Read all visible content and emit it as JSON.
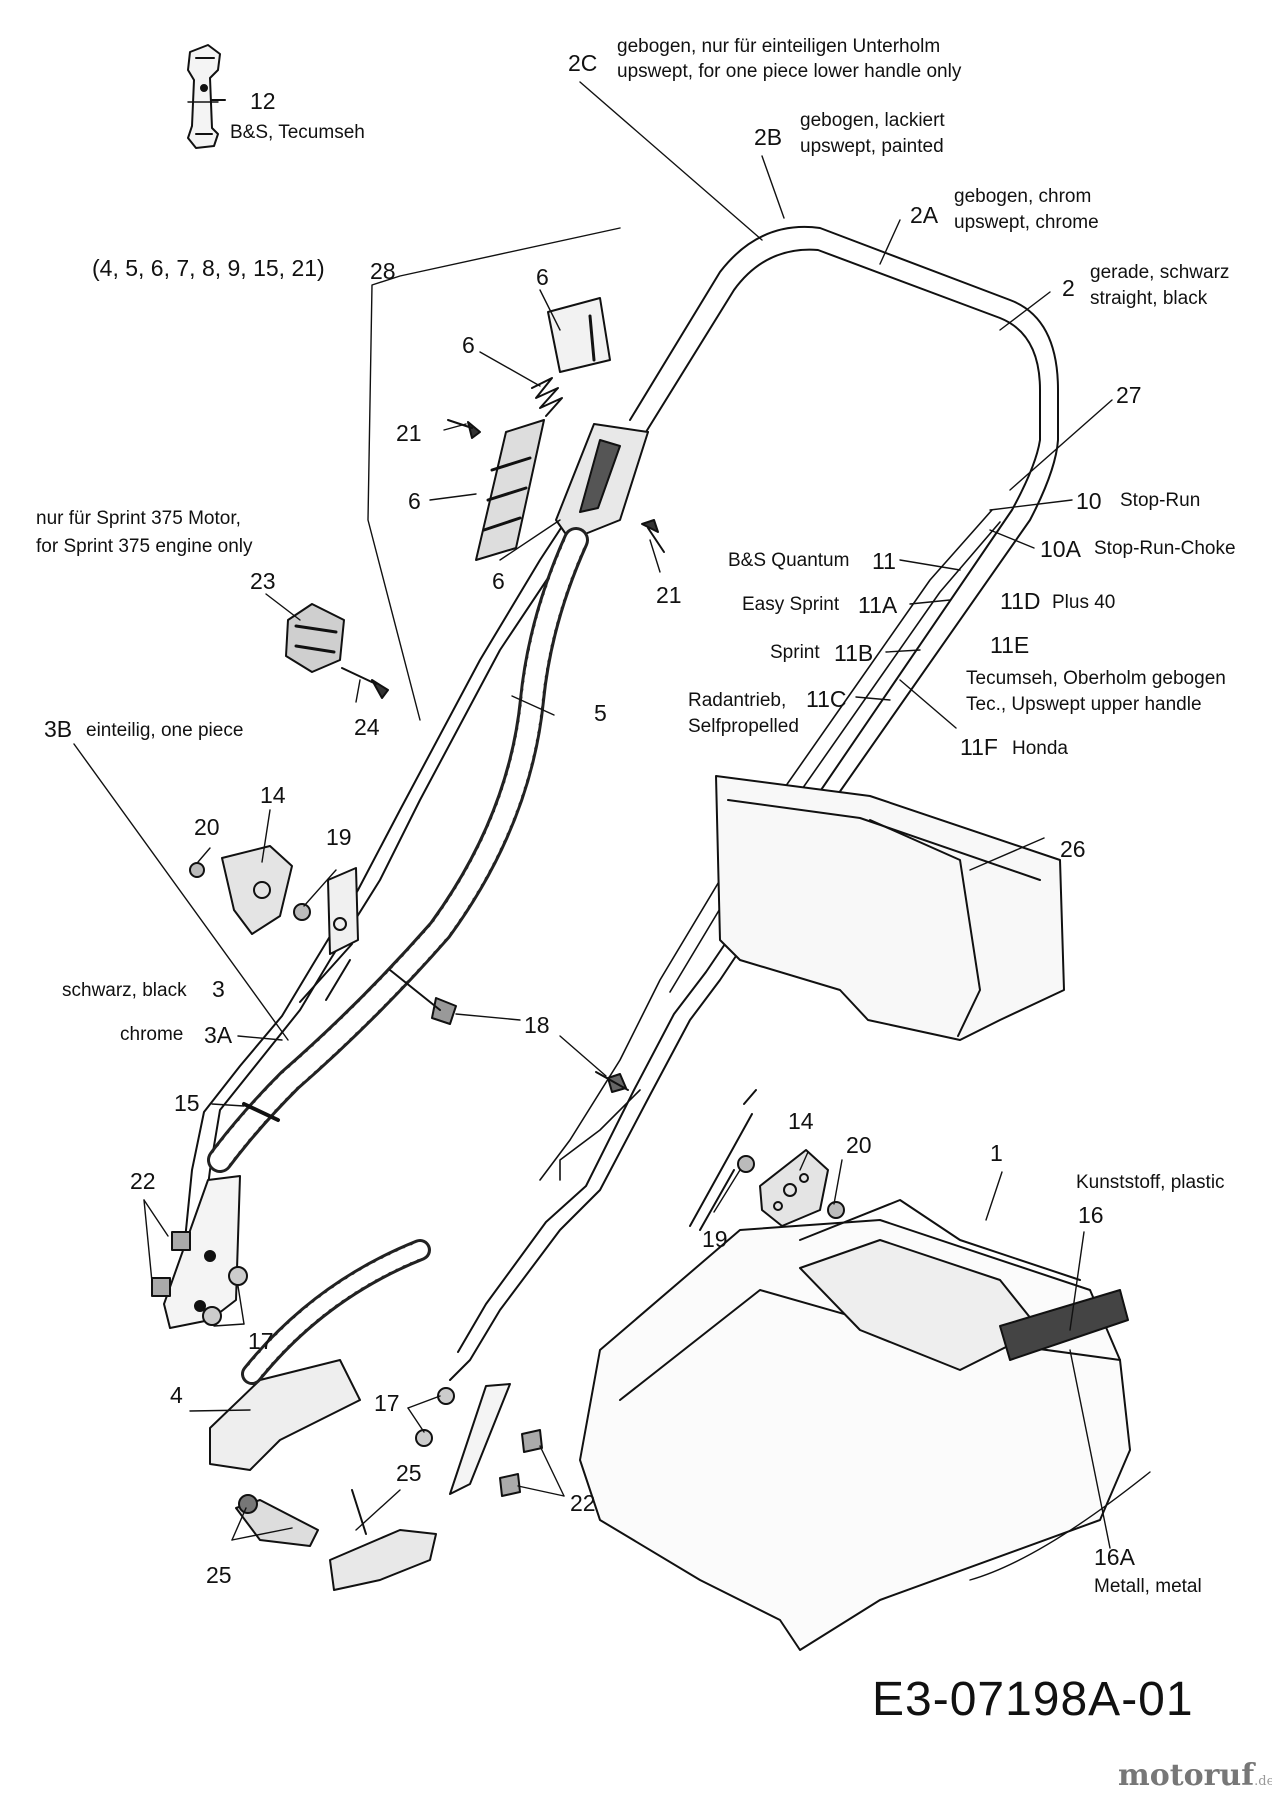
{
  "labels": {
    "l2c": "2C",
    "t2c_a": "gebogen, nur für einteiligen Unterholm",
    "t2c_b": "upswept, for one piece lower handle only",
    "l2b": "2B",
    "t2b_a": "gebogen, lackiert",
    "t2b_b": "upswept, painted",
    "l2a": "2A",
    "t2a_a": "gebogen, chrom",
    "t2a_b": "upswept, chrome",
    "l2": "2",
    "t2_a": "gerade, schwarz",
    "t2_b": "straight, black",
    "l12": "12",
    "t12": "B&S, Tecumseh",
    "l28": "28",
    "t28": "(4, 5, 6, 7, 8, 9, 15, 21)",
    "l6": "6",
    "l21": "21",
    "l27": "27",
    "l10": "10",
    "t10": "Stop-Run",
    "l10a": "10A",
    "t10a": "Stop-Run-Choke",
    "t11": "B&S Quantum",
    "l11": "11",
    "t11a": "Easy Sprint",
    "l11a": "11A",
    "l11d": "11D",
    "t11d": "Plus 40",
    "t11b": "Sprint",
    "l11b": "11B",
    "l11e": "11E",
    "t11e_a": "Tecumseh, Oberholm gebogen",
    "t11e_b": "Tec., Upswept upper handle",
    "t11c_a": "Radantrieb,",
    "l11c": "11C",
    "t11c_b": "Selfpropelled",
    "l11f": "11F",
    "t11f": "Honda",
    "t23_a": "nur für Sprint 375 Motor,",
    "t23_b": "for Sprint 375 engine only",
    "l23": "23",
    "l24": "24",
    "l5": "5",
    "l3b": "3B",
    "t3b": "einteilig, one piece",
    "l14": "14",
    "l20": "20",
    "l19": "19",
    "l26": "26",
    "t3": "schwarz, black",
    "l3": "3",
    "t3a": "chrome",
    "l3a": "3A",
    "l18": "18",
    "l15": "15",
    "l1": "1",
    "t16": "Kunststoff, plastic",
    "l16": "16",
    "l22": "22",
    "l17": "17",
    "l4": "4",
    "l25": "25",
    "l16a": "16A",
    "t16a": "Metall, metal",
    "code": "E3-07198A-01"
  },
  "logo": {
    "main": "motoruf",
    "suffix": ".de"
  }
}
